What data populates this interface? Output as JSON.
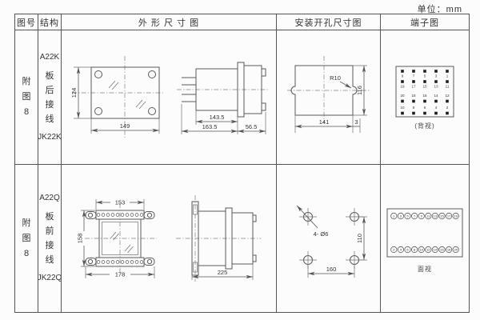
{
  "unit_note": "单位：mm",
  "table": {
    "headers": {
      "figure": "图号",
      "structure": "结构",
      "outline": "外 形 尺 寸 图",
      "mounting": "安装开孔尺寸图",
      "terminal": "端子图"
    }
  },
  "rows": [
    {
      "figure": {
        "lines": [
          "附",
          "图",
          "8"
        ]
      },
      "structure": {
        "model": "A22K",
        "wiring": [
          "板",
          "后",
          "接",
          "线"
        ],
        "relay": "JK22K"
      },
      "outline": {
        "front": {
          "height": "124",
          "width": "149"
        },
        "side": {
          "front_depth": "143.5",
          "total_depth": "163.5",
          "rear_depth": "56.5"
        }
      },
      "mounting": {
        "radius": "R10",
        "height": "116",
        "width": "141",
        "edge": "3"
      },
      "terminal": {
        "caption": "(背视)",
        "grid": [
          {
            "numbers": [
              "9",
              "7",
              "5",
              "3",
              "1"
            ],
            "position": "below"
          },
          {
            "numbers": [
              "19",
              "17",
              "15",
              "13",
              "11"
            ],
            "position": "below"
          },
          {
            "numbers": [
              "20",
              "18",
              "16",
              "14",
              "12"
            ],
            "position": "above"
          },
          {
            "numbers": [
              "10",
              "8",
              "6",
              "4",
              "2"
            ],
            "position": "above"
          }
        ]
      }
    },
    {
      "figure": {
        "lines": [
          "附",
          "图",
          "8"
        ]
      },
      "structure": {
        "model": "A22Q",
        "wiring": [
          "板",
          "前",
          "接",
          "线"
        ],
        "relay": "JK22Q"
      },
      "outline": {
        "front": {
          "top_width": "153",
          "height": "158",
          "width": "178"
        },
        "side": {
          "total_depth": "225"
        }
      },
      "mounting": {
        "holes": "4- Ø6",
        "height": "110",
        "width": "160"
      },
      "terminal": {
        "caption": "面视",
        "top_numbers": [
          "1",
          "3",
          "5",
          "7",
          "9",
          "11",
          "13",
          "15",
          "17",
          "19"
        ],
        "bottom_numbers": [
          "2",
          "4",
          "6",
          "8",
          "10",
          "12",
          "14",
          "16",
          "18",
          "20"
        ]
      }
    }
  ]
}
